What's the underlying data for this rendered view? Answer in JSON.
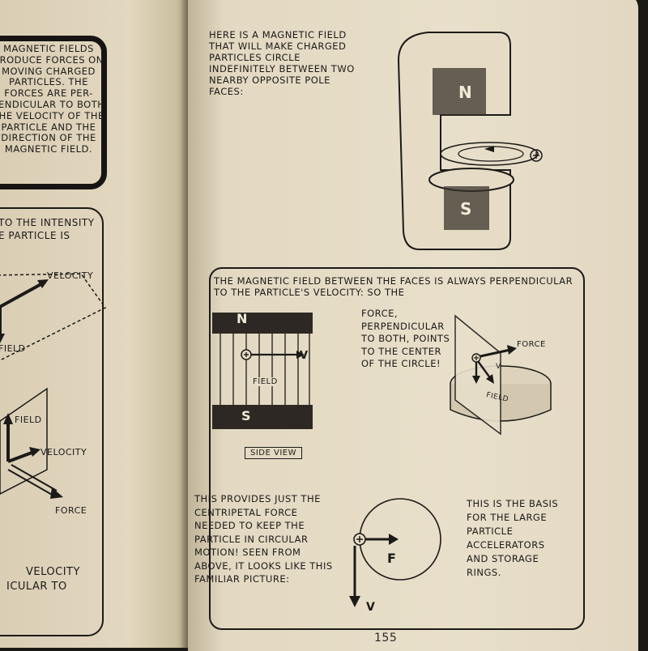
{
  "left_page": {
    "callout_text": "MAGNETIC FIELDS PRODUCE FORCES ON MOVING CHARGED PARTICLES. THE FORCES ARE PER- PENDICULAR TO BOTH THE VELOCITY OF THE PARTICLE AND THE DIRECTION OF THE MAGNETIC FIELD.",
    "panel_line1": "TO THE INTENSITY",
    "panel_line2": "E PARTICLE IS",
    "label_velocity_top": "VELOCITY",
    "label_field_top": "FIELD",
    "label_field_mid": "FIELD",
    "label_velocity_mid": "VELOCITY",
    "label_force": "FORCE",
    "bottom_line1": "VELOCITY",
    "bottom_line2": "ICULAR TO"
  },
  "right_page": {
    "intro_text": "HERE IS A MAGNETIC FIELD THAT WILL MAKE CHARGED PARTICLES CIRCLE INDEFINITELY BETWEEN TWO NEARBY OPPOSITE POLE FACES:",
    "magnet_n": "N",
    "magnet_s": "S",
    "panel_heading": "THE MAGNETIC FIELD BETWEEN THE FACES IS ALWAYS PERPENDICULAR TO THE PARTICLE'S VELOCITY: SO THE",
    "force_text": "FORCE, PERPENDICULAR TO BOTH, POINTS TO THE CENTER OF THE CIRCLE!",
    "side_n": "N",
    "side_s": "S",
    "side_v": "V",
    "side_field": "FIELD",
    "side_view_label": "SIDE VIEW",
    "disk_force": "FORCE",
    "disk_v": "V",
    "disk_field": "FIELD",
    "centripetal_text": "THIS PROVIDES JUST THE CENTRIPETAL FORCE NEEDED TO KEEP THE PARTICLE IN CIRCULAR MOTION! SEEN FROM ABOVE, IT LOOKS LIKE THIS FAMILIAR PICTURE:",
    "circle_f": "F",
    "circle_v": "V",
    "basis_text": "THIS IS THE BASIS FOR THE LARGE PARTICLE ACCELERATORS AND STORAGE RINGS.",
    "page_number": "155"
  }
}
